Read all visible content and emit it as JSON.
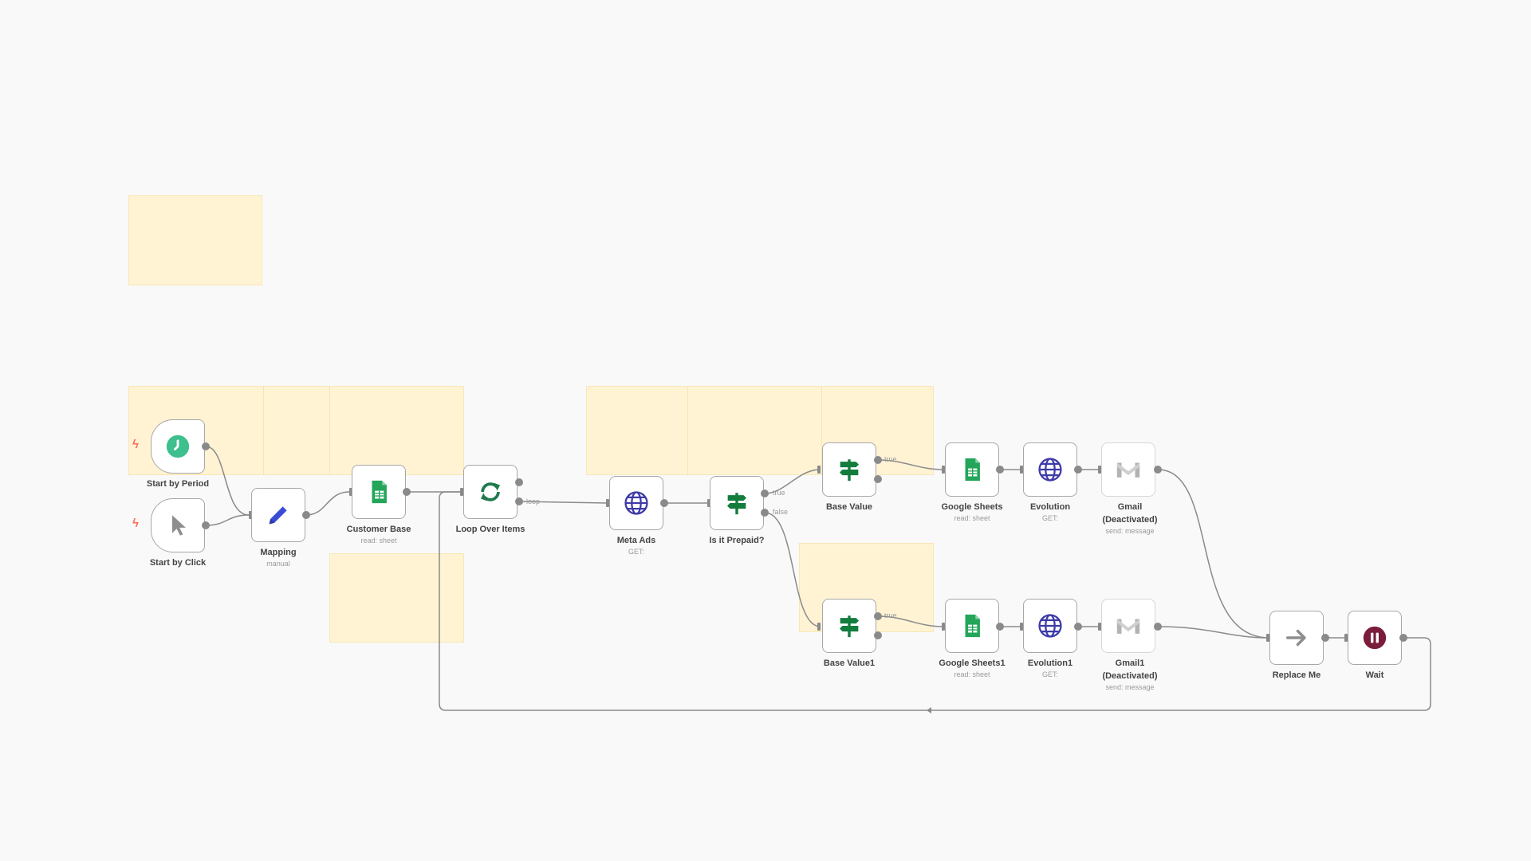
{
  "nodes": {
    "start_by_period": {
      "label": "Start by Period",
      "icon": "clock-icon"
    },
    "start_by_click": {
      "label": "Start by Click",
      "icon": "cursor-icon"
    },
    "mapping": {
      "label": "Mapping",
      "subtitle": "manual",
      "icon": "pencil-icon"
    },
    "customer_base": {
      "label": "Customer Base",
      "subtitle": "read: sheet",
      "icon": "google-sheets-icon"
    },
    "loop_over_items": {
      "label": "Loop Over Items",
      "icon": "loop-icon"
    },
    "meta_ads": {
      "label": "Meta Ads",
      "subtitle": "GET:",
      "icon": "globe-icon"
    },
    "is_it_prepaid": {
      "label": "Is it Prepaid?",
      "icon": "signpost-icon"
    },
    "base_value": {
      "label": "Base Value",
      "icon": "signpost-icon"
    },
    "google_sheets": {
      "label": "Google Sheets",
      "subtitle": "read: sheet",
      "icon": "google-sheets-icon"
    },
    "evolution": {
      "label": "Evolution",
      "subtitle": "GET:",
      "icon": "globe-icon"
    },
    "gmail": {
      "label": "Gmail\n(Deactivated)",
      "subtitle": "send: message",
      "icon": "gmail-icon"
    },
    "base_value1": {
      "label": "Base Value1",
      "icon": "signpost-icon"
    },
    "google_sheets1": {
      "label": "Google Sheets1",
      "subtitle": "read: sheet",
      "icon": "google-sheets-icon"
    },
    "evolution1": {
      "label": "Evolution1",
      "subtitle": "GET:",
      "icon": "globe-icon"
    },
    "gmail1": {
      "label": "Gmail1\n(Deactivated)",
      "subtitle": "send: message",
      "icon": "gmail-icon"
    },
    "replace_me": {
      "label": "Replace Me",
      "icon": "arrow-right-icon"
    },
    "wait": {
      "label": "Wait",
      "icon": "pause-icon"
    }
  },
  "edge_labels": {
    "loop": "loop",
    "true": "true",
    "false": "false"
  },
  "colors": {
    "canvas": "#f9f9f9",
    "sticky_note": "#fff3d4",
    "edge": "#8a8a8a",
    "trigger_bolt": "#ff6d5a",
    "sheets_green": "#23a55a",
    "globe_blue": "#3d3aa8",
    "clock_teal": "#3ebf8e",
    "pencil_blue": "#3a4bd6",
    "filter_green": "#137d3e",
    "wait_maroon": "#7a1c3a"
  }
}
